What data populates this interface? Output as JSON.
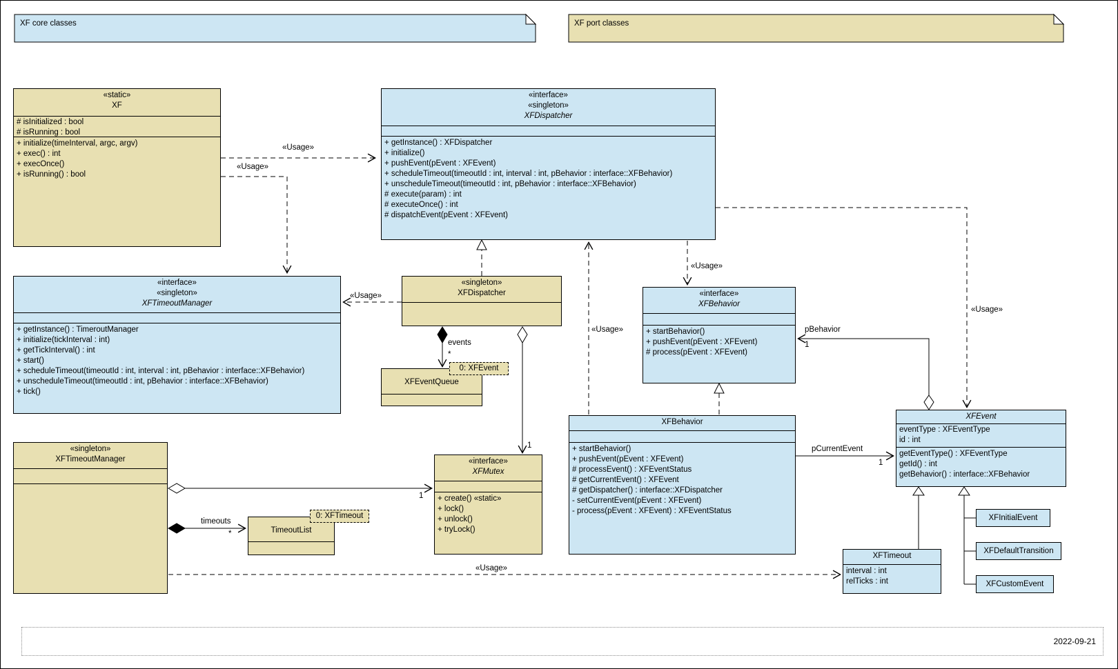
{
  "diagram": {
    "notes": {
      "core": "XF core classes",
      "port": "XF port classes"
    },
    "date": "2022-09-21"
  },
  "colors": {
    "core_fill": "#cde6f3",
    "port_fill": "#e8e0b2"
  },
  "classes": {
    "xf": {
      "stereotypes": [
        "«static»"
      ],
      "name": "XF",
      "attributes": [
        "# isInitialized : bool",
        "# isRunning : bool"
      ],
      "methods": [
        "+ initialize(timeInterval, argc, argv)",
        "+ exec() : int",
        "+ execOnce()",
        "+ isRunning() : bool"
      ]
    },
    "xfdispatcher_interface": {
      "stereotypes": [
        "«interface»",
        "«singleton»"
      ],
      "name": "XFDispatcher",
      "attributes": [],
      "methods": [
        "+ getInstance() : XFDispatcher",
        "+ initialize()",
        "+ pushEvent(pEvent : XFEvent)",
        "+ scheduleTimeout(timeoutId : int, interval : int, pBehavior : interface::XFBehavior)",
        "+ unscheduleTimeout(timeoutId : int, pBehavior : interface::XFBehavior)",
        "# execute(param) : int",
        "# executeOnce() : int",
        "# dispatchEvent(pEvent : XFEvent)"
      ]
    },
    "xftimeoutmanager_interface": {
      "stereotypes": [
        "«interface»",
        "«singleton»"
      ],
      "name": "XFTimeoutManager",
      "attributes": [],
      "methods": [
        "+ getInstance() : TimeroutManager",
        "+ initialize(tickInterval : int)",
        "+ getTickInterval() : int",
        "+ start()",
        "+ scheduleTimeout(timeoutId : int, interval : int, pBehavior : interface::XFBehavior)",
        "+ unscheduleTimeout(timeoutId : int, pBehavior : interface::XFBehavior)",
        "+ tick()"
      ]
    },
    "xfdispatcher_singleton": {
      "stereotypes": [
        "«singleton»"
      ],
      "name": "XFDispatcher"
    },
    "xfeventqueue": {
      "name": "XFEventQueue"
    },
    "xfevent_note": {
      "name": "0: XFEvent"
    },
    "xfbehavior_interface": {
      "stereotypes": [
        "«interface»"
      ],
      "name": "XFBehavior",
      "attributes": [],
      "methods": [
        "+ startBehavior()",
        "+ pushEvent(pEvent : XFEvent)",
        "# process(pEvent : XFEvent)"
      ]
    },
    "xftimeoutmanager_singleton": {
      "stereotypes": [
        "«singleton»"
      ],
      "name": "XFTimeoutManager"
    },
    "timeoutlist": {
      "name": "TimeoutList"
    },
    "xftimeout_note": {
      "name": "0: XFTimeout"
    },
    "xfmutex": {
      "stereotypes": [
        "«interface»"
      ],
      "name": "XFMutex",
      "attributes": [],
      "methods": [
        "+ create() «static»",
        "+ lock()",
        "+ unlock()",
        "+ tryLock()"
      ]
    },
    "xfbehavior_class": {
      "name": "XFBehavior",
      "attributes": [],
      "methods": [
        "+ startBehavior()",
        "+ pushEvent(pEvent : XFEvent)",
        "# processEvent() : XFEventStatus",
        "# getCurrentEvent() : XFEvent",
        "# getDispatcher() : interface::XFDispatcher",
        "- setCurrentEvent(pEvent : XFEvent)",
        "- process(pEvent : XFEvent) : XFEventStatus"
      ]
    },
    "xfevent": {
      "name": "XFEvent",
      "attributes": [
        "eventType : XFEventType",
        "id : int"
      ],
      "methods": [
        "getEventType() : XFEventType",
        "getId() : int",
        "getBehavior() : interface::XFBehavior"
      ]
    },
    "xftimeout": {
      "name": "XFTimeout",
      "attributes": [
        "interval : int",
        "relTicks : int"
      ]
    },
    "xfinitialevent": {
      "name": "XFInitialEvent"
    },
    "xfdefaulttransition": {
      "name": "XFDefaultTransition"
    },
    "xfcustomevent": {
      "name": "XFCustomEvent"
    }
  },
  "relations": {
    "usage": "«Usage»",
    "events_role": "events",
    "events_mult": "*",
    "timeouts_role": "timeouts",
    "timeouts_mult": "*",
    "dispatcher_mutex_mult": "1",
    "timeoutmanager_mutex_mult": "1",
    "pbehavior_role": "pBehavior",
    "pbehavior_mult": "1",
    "pcurrentevent_role": "pCurrentEvent",
    "pcurrentevent_mult": "1"
  }
}
